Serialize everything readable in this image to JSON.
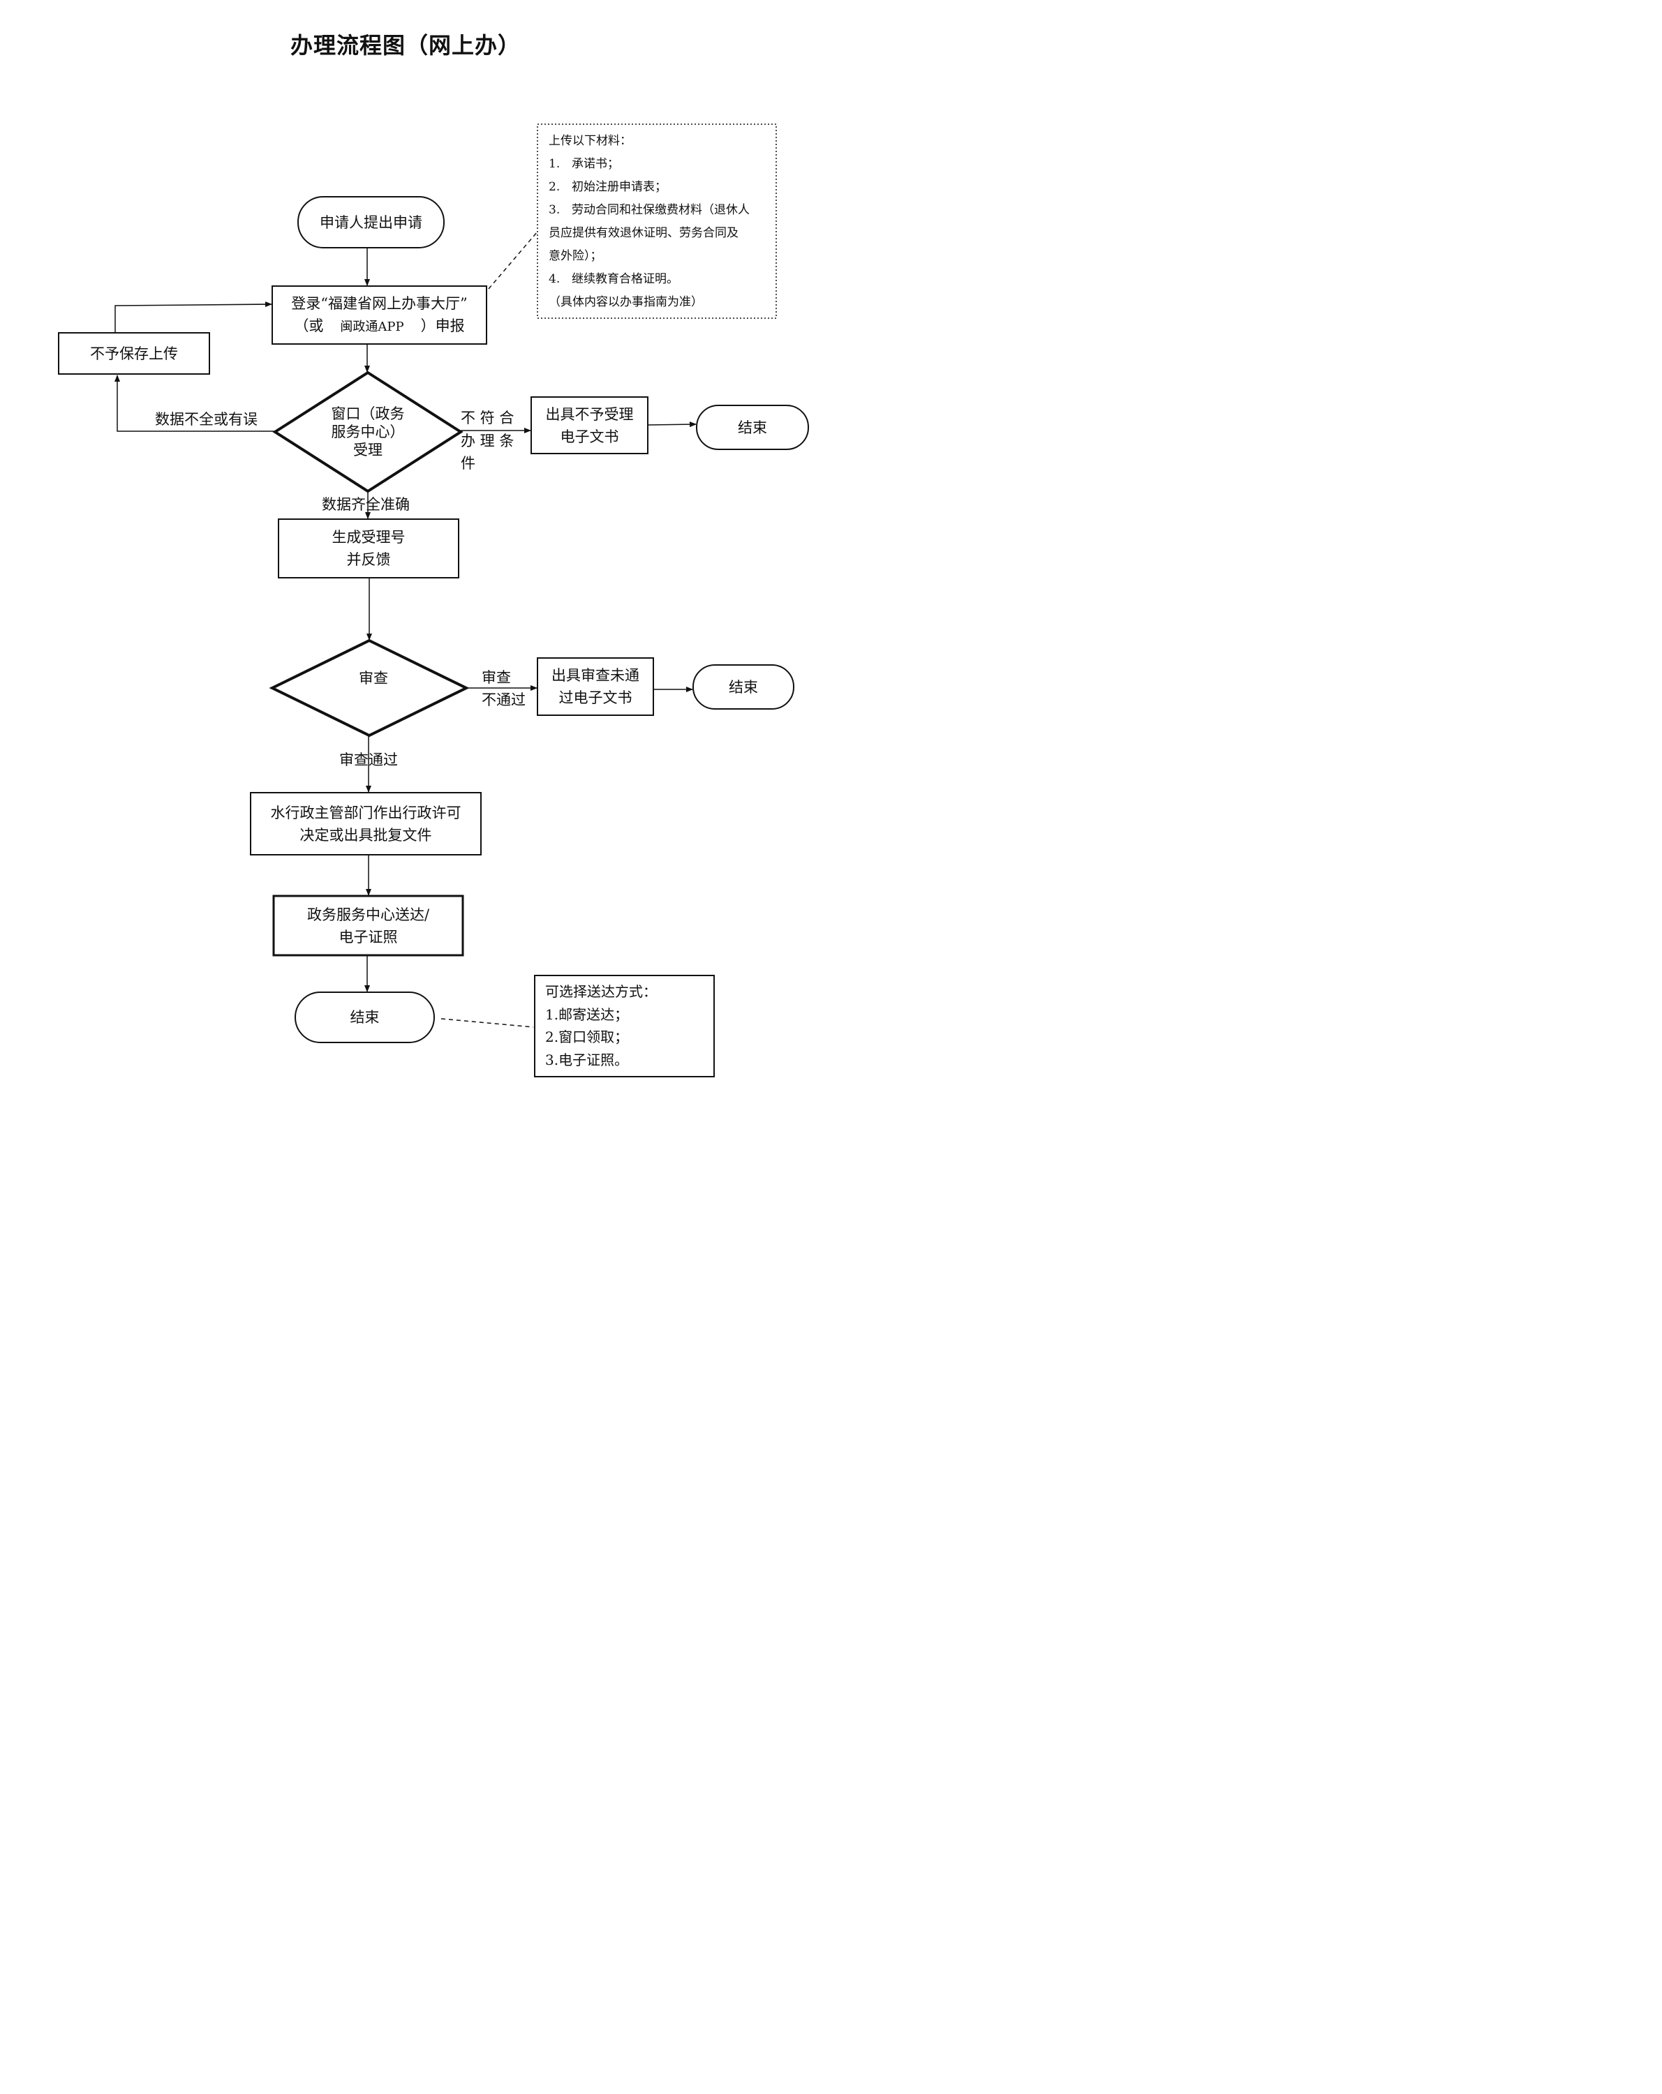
{
  "title": "办理流程图（网上办）",
  "nodes": {
    "start": "申请人提出申请",
    "login_line1": "登录“福建省网上办事大厅”",
    "login_line2_open": "（或",
    "login_line2_app": "闽政通APP",
    "login_line2_close": "）申报",
    "no_save": "不予保存上传",
    "window_line1": "窗口（政务",
    "window_line2": "服务中心）",
    "window_line3": "受理",
    "reject_line1": "出具不予受理",
    "reject_line2": "电子文书",
    "end1": "结束",
    "number_line1": "生成受理号",
    "number_line2": "并反馈",
    "review": "审查",
    "review_fail_line1": "出具审查未通",
    "review_fail_line2": "过电子文书",
    "end2": "结束",
    "decision_line1": "水行政主管部门作出行政许可",
    "decision_line2": "决定或出具批复文件",
    "deliver_line1": "政务服务中心送达/",
    "deliver_line2": "电子证照",
    "end3": "结束"
  },
  "edge_labels": {
    "incomplete": "数据不全或有误",
    "not_meet_1": "不 符 合",
    "not_meet_2": "办 理 条",
    "not_meet_3": "件",
    "complete": "数据齐全准确",
    "review_not_pass_1": "审查",
    "review_not_pass_2": "不通过",
    "review_pass": "审查通过"
  },
  "materials_note": {
    "heading": "上传以下材料：",
    "items": [
      {
        "num": "1.",
        "text": "承诺书；"
      },
      {
        "num": "2.",
        "text": "初始注册申请表；"
      },
      {
        "num": "3.",
        "text": "劳动合同和社保缴费材料（退休人"
      },
      {
        "num": "",
        "text": "员应提供有效退休证明、劳务合同及"
      },
      {
        "num": "",
        "text": "意外险）；"
      },
      {
        "num": "4.",
        "text": "继续教育合格证明。"
      }
    ],
    "footer": "（具体内容以办事指南为准）"
  },
  "delivery_note": {
    "heading": "可选择送达方式：",
    "items": [
      "1.邮寄送达；",
      "2.窗口领取；",
      "3.电子证照。"
    ]
  }
}
